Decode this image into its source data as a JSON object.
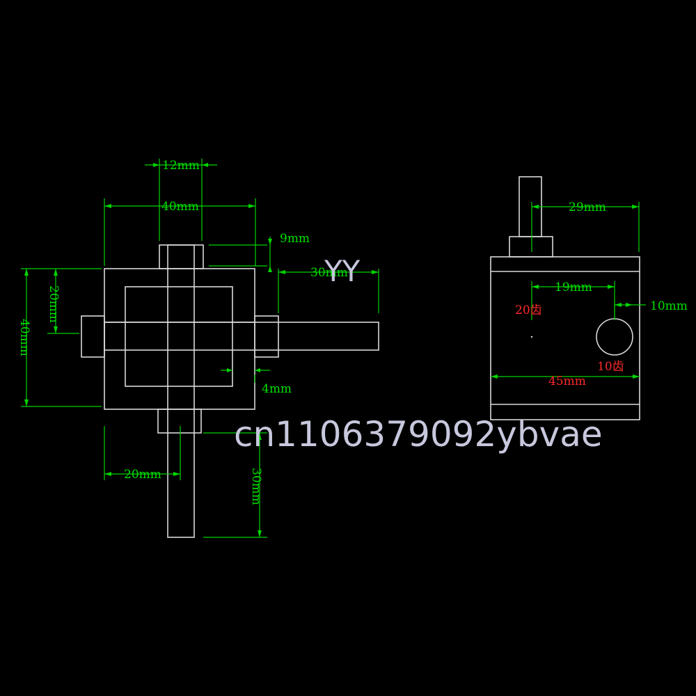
{
  "front_view": {
    "dims": {
      "top_shaft_width": "12mm",
      "body_width": "40mm",
      "top_boss_height": "9mm",
      "right_shaft_length": "30mm",
      "left_shaft_offset": "20mm",
      "body_height": "40mm",
      "wall": "4mm",
      "bottom_offset": "20mm",
      "bottom_shaft_length": "30mm"
    }
  },
  "side_view": {
    "dims": {
      "shaft_offset": "29mm",
      "gear_spacing": "19mm",
      "gear_radius": "10mm",
      "body_length": "45mm"
    },
    "labels": {
      "gear_large": "20齿",
      "gear_small": "10齿"
    }
  },
  "watermarks": {
    "small": "YY",
    "large": "cn1106379092ybvae"
  },
  "colors": {
    "background": "#000000",
    "dimension": "#00d400",
    "outline": "#d9d9d9",
    "note": "#ff2a2a",
    "watermark": "#c7c7dd"
  }
}
